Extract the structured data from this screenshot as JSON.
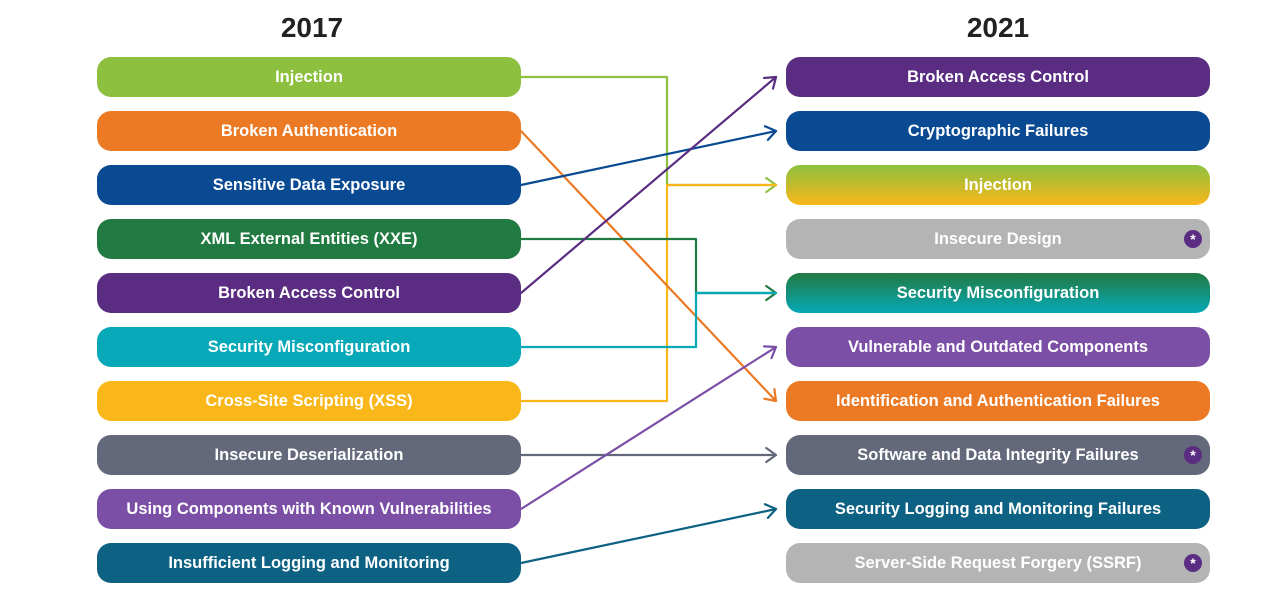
{
  "titles": {
    "left": "2017",
    "right": "2021"
  },
  "left_items": [
    {
      "label": "Injection",
      "color": "#8dc03f"
    },
    {
      "label": "Broken Authentication",
      "color": "#ec7a24"
    },
    {
      "label": "Sensitive Data Exposure",
      "color": "#0a4a92"
    },
    {
      "label": "XML External Entities (XXE)",
      "color": "#217a41"
    },
    {
      "label": "Broken Access Control",
      "color": "#5a2d82"
    },
    {
      "label": "Security Misconfiguration",
      "color": "#07a9b8"
    },
    {
      "label": "Cross-Site Scripting (XSS)",
      "color": "#fab719"
    },
    {
      "label": "Insecure Deserialization",
      "color": "#63697a"
    },
    {
      "label": "Using Components with Known Vulnerabilities",
      "color": "#7b4fa6"
    },
    {
      "label": "Insufficient Logging and Monitoring",
      "color": "#0d6182"
    }
  ],
  "right_items": [
    {
      "label": "Broken Access Control",
      "color": "#5a2d82",
      "new": false
    },
    {
      "label": "Cryptographic Failures",
      "color": "#0a4a92",
      "new": false
    },
    {
      "label": "Injection",
      "gradient": [
        "#8dc03f",
        "#fab719"
      ],
      "new": false
    },
    {
      "label": "Insecure Design",
      "color": "#b4b4b4",
      "new": true
    },
    {
      "label": "Security Misconfiguration",
      "gradient": [
        "#217a41",
        "#07a9b8"
      ],
      "new": false
    },
    {
      "label": "Vulnerable and Outdated Components",
      "color": "#7b4fa6",
      "new": false
    },
    {
      "label": "Identification and Authentication Failures",
      "color": "#ec7a24",
      "new": false
    },
    {
      "label": "Software and Data Integrity Failures",
      "color": "#63697a",
      "new": true
    },
    {
      "label": "Security Logging and Monitoring Failures",
      "color": "#0d6182",
      "new": false
    },
    {
      "label": "Server-Side Request Forgery (SSRF)",
      "color": "#b4b4b4",
      "new": true
    }
  ],
  "new_badge_glyph": "*",
  "connections": [
    {
      "from": 0,
      "to": 2,
      "color": "#8dc03f",
      "route": "elbow"
    },
    {
      "from": 6,
      "to": 2,
      "color": "#fab719",
      "route": "elbow"
    },
    {
      "from": 1,
      "to": 6,
      "color": "#ec7a24",
      "route": "straight"
    },
    {
      "from": 2,
      "to": 1,
      "color": "#0a4a92",
      "route": "straight"
    },
    {
      "from": 3,
      "to": 4,
      "color": "#217a41",
      "route": "elbow"
    },
    {
      "from": 5,
      "to": 4,
      "color": "#07a9b8",
      "route": "elbow"
    },
    {
      "from": 4,
      "to": 0,
      "color": "#5a2d82",
      "route": "straight"
    },
    {
      "from": 7,
      "to": 7,
      "color": "#63697a",
      "route": "straight"
    },
    {
      "from": 8,
      "to": 5,
      "color": "#7b4fa6",
      "route": "straight"
    },
    {
      "from": 9,
      "to": 8,
      "color": "#0d6182",
      "route": "straight"
    }
  ]
}
